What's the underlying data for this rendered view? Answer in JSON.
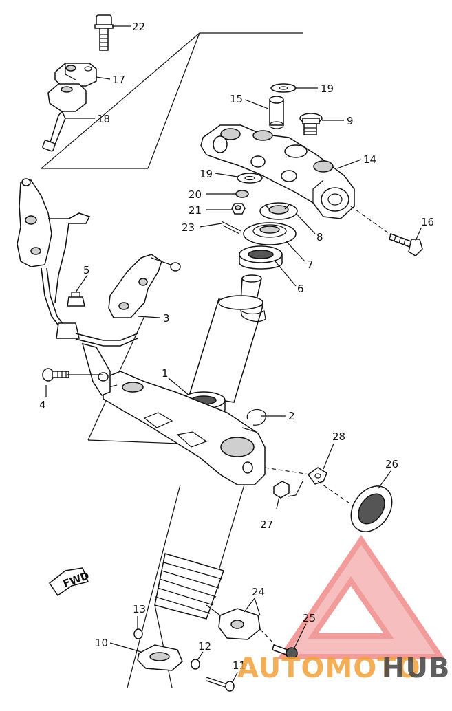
{
  "diagram": {
    "callouts": [
      "1",
      "2",
      "3",
      "4",
      "5",
      "6",
      "7",
      "8",
      "9",
      "10",
      "11",
      "12",
      "13",
      "14",
      "15",
      "16",
      "17",
      "18",
      "19",
      "19",
      "20",
      "21",
      "22",
      "23",
      "24",
      "25",
      "26",
      "27",
      "28"
    ],
    "fwd_label": "FWD"
  },
  "watermark": {
    "brand_part1": "AUTOMOTO",
    "brand_part2": "HUB",
    "colors": {
      "triangle": "#e84a4a",
      "part1": "#f2a23a",
      "part2": "#444444"
    }
  }
}
